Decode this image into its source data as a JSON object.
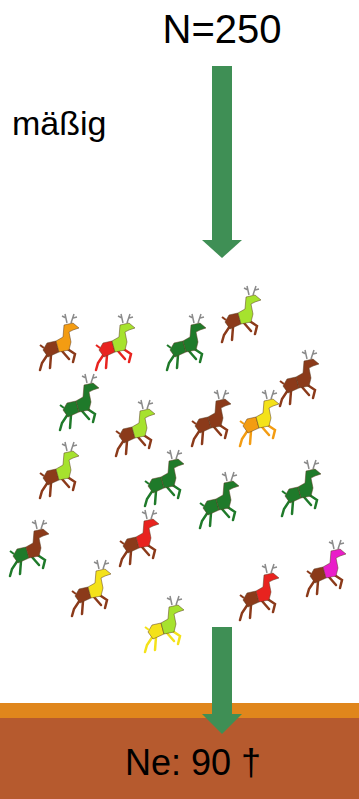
{
  "diagram": {
    "nodes": [
      {
        "text": [
          "Ne: 90 †"
        ]
      }
    ],
    "labels": [
      "N=250",
      "mäßig"
    ]
  }
}
